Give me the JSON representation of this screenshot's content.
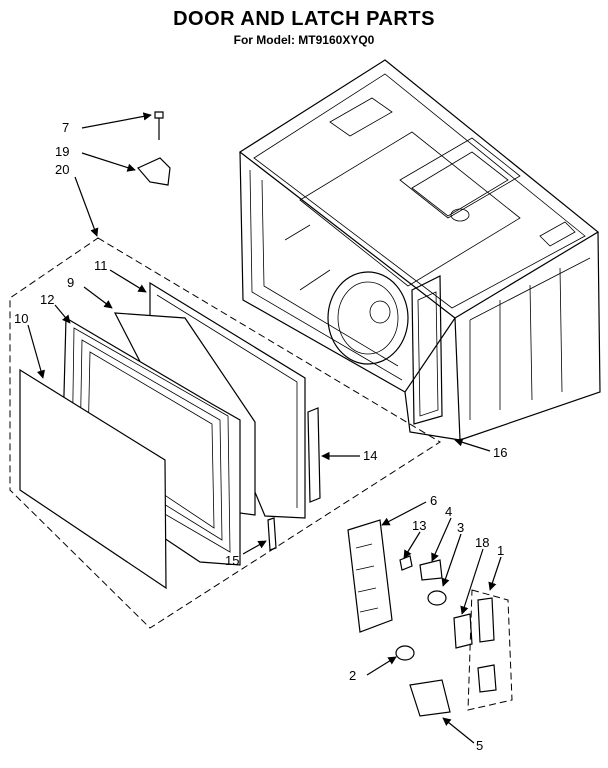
{
  "header": {
    "title": "DOOR AND LATCH PARTS",
    "subtitle": "For Model: MT9160XYQ0"
  },
  "callouts": [
    "7",
    "19",
    "20",
    "11",
    "9",
    "12",
    "10",
    "14",
    "15",
    "16",
    "6",
    "4",
    "13",
    "3",
    "18",
    "1",
    "2",
    "5"
  ]
}
